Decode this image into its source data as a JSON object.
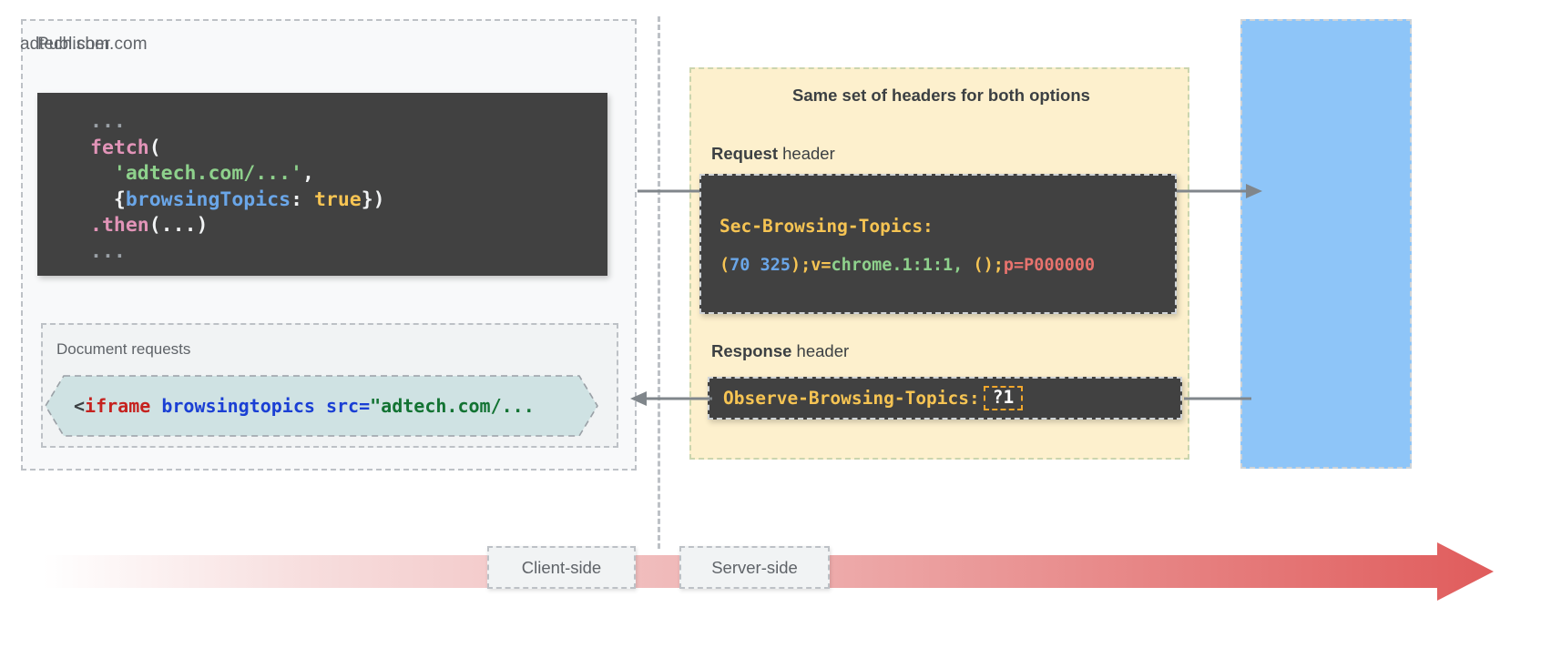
{
  "publisher": {
    "label": "Publisher.com",
    "fetch_code": {
      "lines": [
        "...",
        "fetch(",
        "  'adtech.com/...',",
        "  {browsingTopics: true})",
        ".then(...)",
        "..."
      ],
      "tokens": {
        "dots": "...",
        "fn_fetch": "fetch",
        "string_url": "'adtech.com/...'",
        "prop": "browsingTopics",
        "bool": "true",
        "fn_then": ".then"
      }
    },
    "document_requests": {
      "label": "Document requests",
      "snippet": "<iframe browsingtopics src=\"adtech.com/...",
      "parts": {
        "lt": "<",
        "tag": "iframe",
        "attr_topics": "browsingtopics",
        "attr_src": "src=",
        "value": "\"adtech.com/..."
      }
    }
  },
  "headers": {
    "title": "Same set of headers for both options",
    "request_label_strong": "Request",
    "request_label_rest": " header",
    "response_label_strong": "Response",
    "response_label_rest": " header",
    "request_header": {
      "name": "Sec-Browsing-Topics:",
      "value_parts": {
        "open_paren": "(",
        "ids": "70 325",
        "close_paren_semi": ");",
        "v_key": "v=",
        "v_value": "chrome.1:1:1,",
        "empty_parens_semi": " ();",
        "p_value": "p=P000000"
      },
      "value_full": "(70 325);v=chrome.1:1:1, ();p=P000000"
    },
    "response_header": {
      "name": "Observe-Browsing-Topics:",
      "value": "?1"
    }
  },
  "adtech": {
    "label": "adtech.com"
  },
  "timeline": {
    "client_side": "Client-side",
    "server_side": "Server-side"
  },
  "colors": {
    "headers_panel_bg": "#fdf0cd",
    "adtech_panel_bg": "#8ec5f8",
    "code_bg": "#414141",
    "accent_yellow": "#f6c453",
    "accent_blue": "#6aa6e8",
    "accent_green": "#8ed18c",
    "accent_red": "#e8736e",
    "timeline_arrow": "#e05c5c",
    "iframe_chip": "#cfe2e3"
  }
}
